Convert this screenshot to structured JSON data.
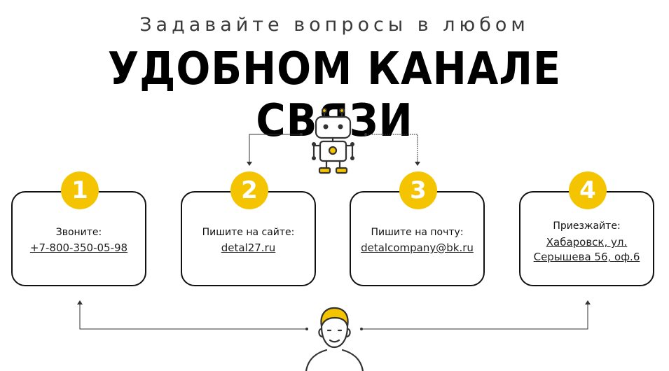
{
  "header": {
    "subtitle": "Задавайте вопросы в любом",
    "title": "УДОБНОМ КАНАЛЕ СВЯЗИ"
  },
  "icons": {
    "robot": "robot-icon",
    "person": "person-icon"
  },
  "colors": {
    "accent": "#f5c400",
    "text": "#111111",
    "border": "#111111"
  },
  "cards": [
    {
      "number": "1",
      "label": "Звоните:",
      "link": "+7-800-350-05-98"
    },
    {
      "number": "2",
      "label": "Пишите на сайте:",
      "link": "detal27.ru"
    },
    {
      "number": "3",
      "label": "Пишите на почту:",
      "link": "detalcompany@bk.ru"
    },
    {
      "number": "4",
      "label": "Приезжайте:",
      "link_line1": "Хабаровск, ул.",
      "link_line2": "Серышева 56, оф.6"
    }
  ]
}
